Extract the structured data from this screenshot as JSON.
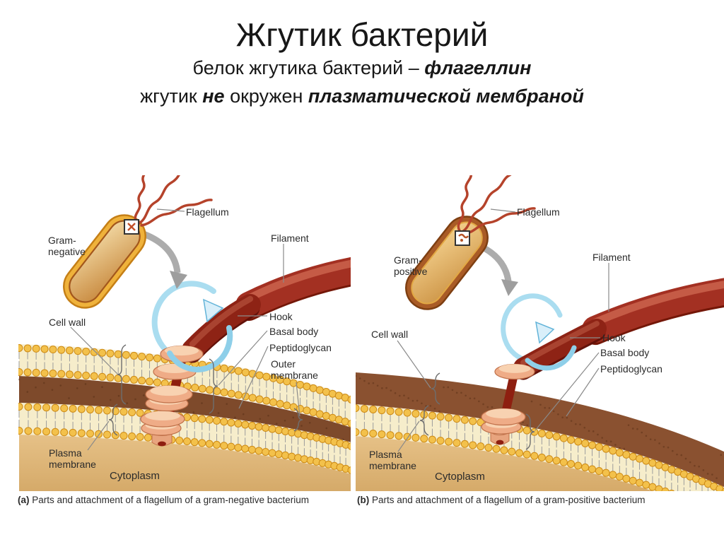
{
  "title": {
    "heading": "Жгутик бактерий",
    "line2": {
      "pre": "белок жгутика бактерий – ",
      "em": "флагеллин"
    },
    "line3": {
      "pre": "жгутик ",
      "em1": "не",
      "mid": " окружен ",
      "em2": "плазматической мембраной"
    }
  },
  "panel_a": {
    "labels": {
      "flagellum": "Flagellum",
      "gram_line1": "Gram-",
      "gram_line2": "negative",
      "filament": "Filament",
      "hook": "Hook",
      "basal_body": "Basal body",
      "peptidoglycan": "Peptidoglycan",
      "outer_membrane_line1": "Outer",
      "outer_membrane_line2": "membrane",
      "cell_wall": "Cell wall",
      "plasma_membrane_line1": "Plasma",
      "plasma_membrane_line2": "membrane",
      "cytoplasm": "Cytoplasm"
    },
    "caption_tag": "(a)",
    "caption_text": "Parts and attachment of a flagellum of a gram-negative bacterium"
  },
  "panel_b": {
    "labels": {
      "flagellum": "Flagellum",
      "gram_line1": "Gram-",
      "gram_line2": "positive",
      "filament": "Filament",
      "hook": "Hook",
      "basal_body": "Basal body",
      "peptidoglycan": "Peptidoglycan",
      "cell_wall": "Cell wall",
      "plasma_membrane_line1": "Plasma",
      "plasma_membrane_line2": "membrane",
      "cytoplasm": "Cytoplasm"
    },
    "caption_tag": "(b)",
    "caption_text": "Parts and attachment of a flagellum of a gram-positive bacterium"
  },
  "colors": {
    "filament": "#A33022",
    "filament_highlight": "#C9614A",
    "filament_shadow": "#741708",
    "hook": "#8E2315",
    "hook_highlight": "#AC4733",
    "hook_shadow": "#63120A",
    "rod": "#8E1F10",
    "ring": "#EFAC87",
    "ring_highlight": "#F8D2B1",
    "ring_edge": "#C0714A",
    "membrane_bead": "#F3C14B",
    "membrane_bead_edge": "#CE8B16",
    "membrane_interior": "#F6EDCB",
    "membrane_tails": "#9C9C9C",
    "peptidoglycan_layer": "#7E4A2B",
    "cell_wall_layer": "#8A5130",
    "cytoplasm_top": "#E6C187",
    "cytoplasm_bottom": "#C6954E",
    "rotation_arrow_front": "#8ECFE9",
    "rotation_arrow_back": "#AADDF0",
    "rotation_arrowhead": "#D9EFFA",
    "gram_negative_rim": "#EFB23B",
    "gram_positive_rim": "#A95B26",
    "flagella": "#B5432B",
    "gray_arrow": "#ACACAC",
    "leader_line": "#8A8A8A",
    "label_text": "#2B2B2B"
  }
}
